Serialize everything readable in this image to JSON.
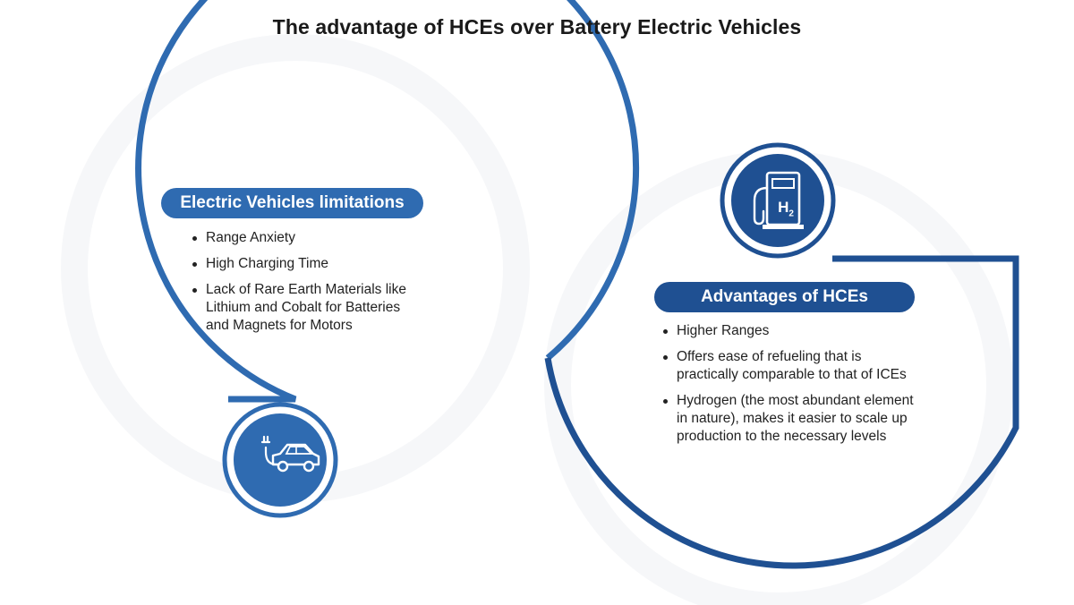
{
  "title": "The advantage of HCEs over Battery Electric Vehicles",
  "left_panel": {
    "heading": "Electric Vehicles limitations",
    "items": [
      "Range Anxiety",
      "High Charging Time",
      "Lack of Rare Earth Materials like Lithium and Cobalt for Batteries and Magnets for Motors"
    ],
    "icon": "electric-car-icon",
    "color": "#2f6bb1"
  },
  "right_panel": {
    "heading": "Advantages of HCEs",
    "items": [
      "Higher Ranges",
      "Offers ease of refueling that is practically comparable to that of ICEs",
      "Hydrogen (the most abundant element in nature), makes it easier to scale up production to the necessary levels"
    ],
    "icon": "hydrogen-fuel-pump-icon",
    "icon_label": "H",
    "icon_subscript": "2",
    "color": "#1f5092"
  }
}
